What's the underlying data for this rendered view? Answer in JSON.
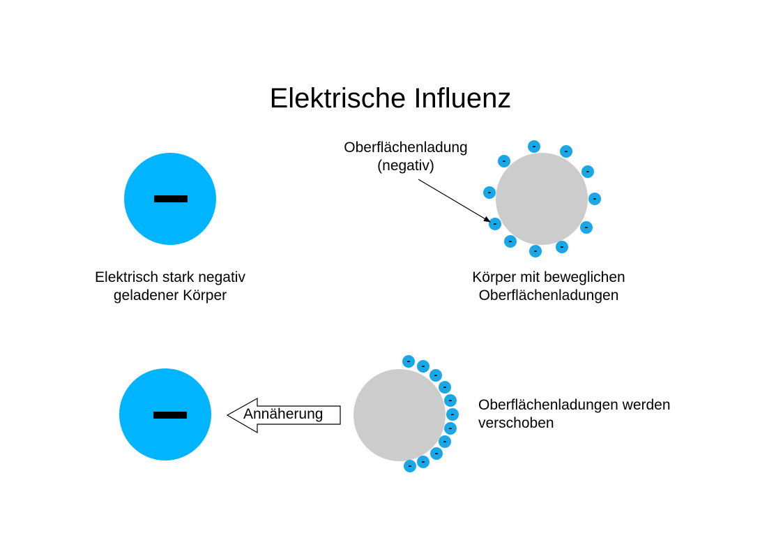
{
  "title": "Elektrische Influenz",
  "panel_top_left": {
    "symbol": "-",
    "caption_line1": "Elektrisch stark negativ",
    "caption_line2": "geladener Körper"
  },
  "panel_top_right": {
    "callout_line1": "Oberflächenladung",
    "callout_line2": "(negativ)",
    "caption_line1": "Körper mit beweglichen",
    "caption_line2": "Oberflächenladungen",
    "charge_symbol": "-"
  },
  "panel_bottom": {
    "arrow_label": "Annäherung",
    "caption_line1": "Oberflächenladungen werden",
    "caption_line2": "verschoben",
    "charge_symbol": "-"
  },
  "colors": {
    "charged_body": "#00b4ff",
    "neutral_body": "#cccccc",
    "charge_dot": "#1aa7e8",
    "symbol": "#000000"
  }
}
